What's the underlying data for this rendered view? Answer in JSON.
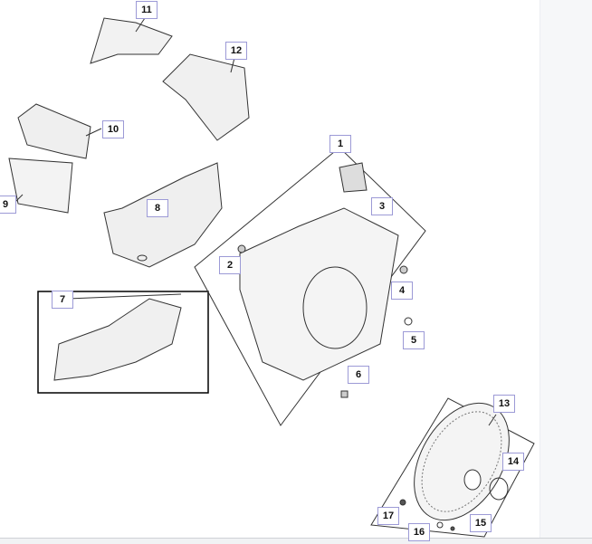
{
  "diagram": {
    "callouts": [
      {
        "id": "11",
        "label": "11"
      },
      {
        "id": "12",
        "label": "12"
      },
      {
        "id": "10",
        "label": "10"
      },
      {
        "id": "9",
        "label": "9"
      },
      {
        "id": "8",
        "label": "8"
      },
      {
        "id": "1",
        "label": "1"
      },
      {
        "id": "3",
        "label": "3"
      },
      {
        "id": "2",
        "label": "2"
      },
      {
        "id": "4",
        "label": "4"
      },
      {
        "id": "5",
        "label": "5"
      },
      {
        "id": "6",
        "label": "6"
      },
      {
        "id": "7",
        "label": "7"
      },
      {
        "id": "13",
        "label": "13"
      },
      {
        "id": "14",
        "label": "14"
      },
      {
        "id": "17",
        "label": "17"
      },
      {
        "id": "16",
        "label": "16"
      },
      {
        "id": "15",
        "label": "15"
      }
    ],
    "colors": {
      "callout_border": "#9c9ad6",
      "line": "#333333"
    }
  }
}
